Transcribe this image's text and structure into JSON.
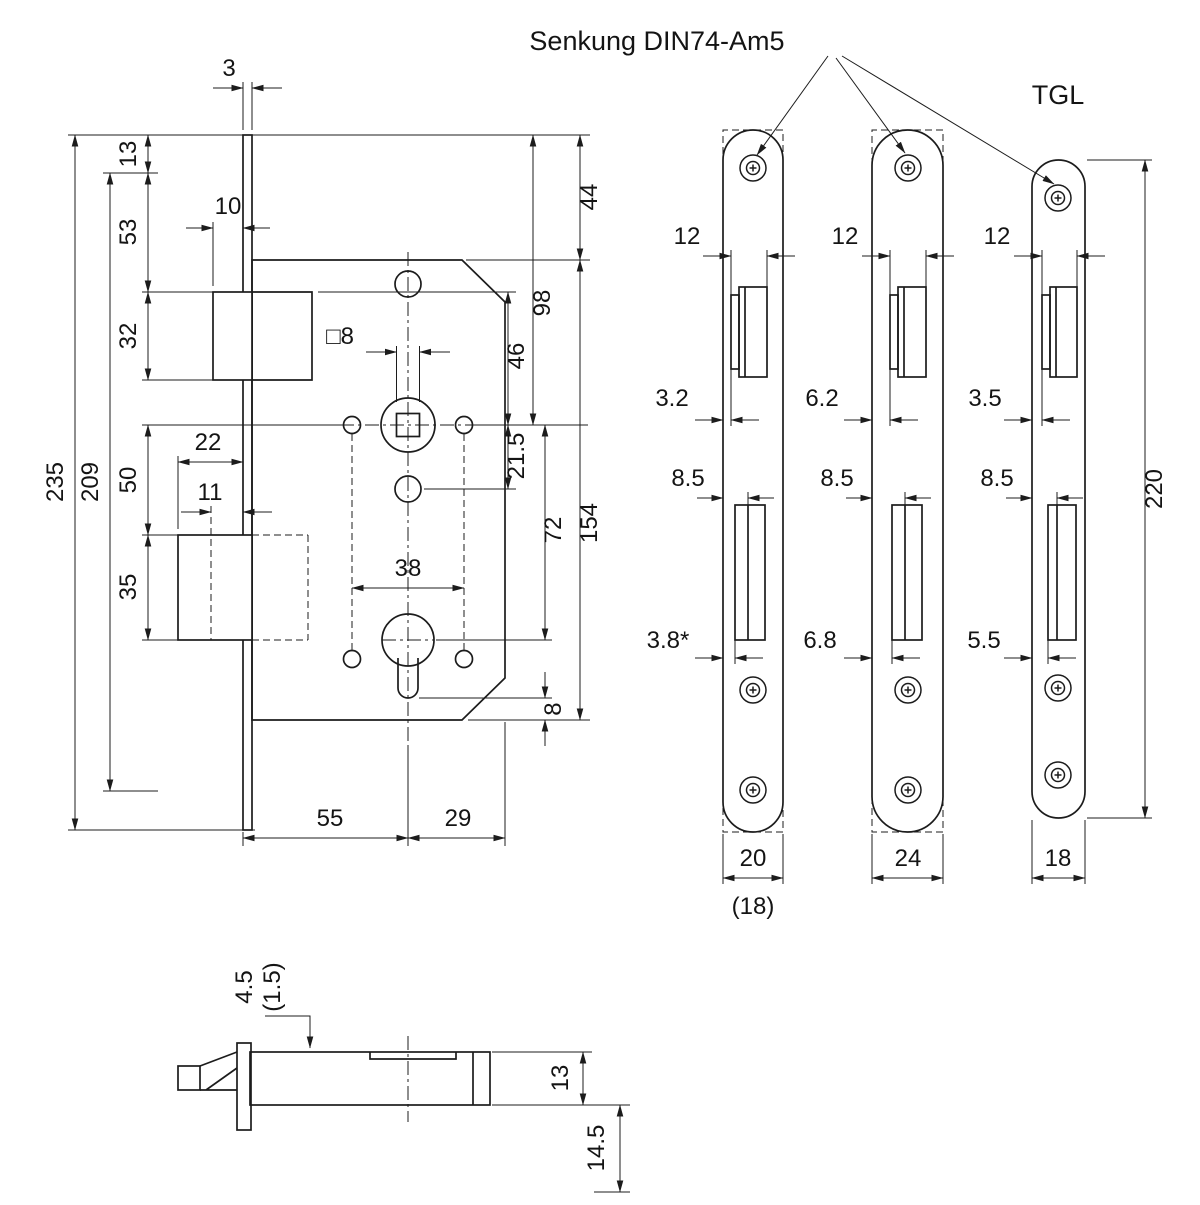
{
  "labels": {
    "senkung": "Senkung DIN74-Am5",
    "tgl": "TGL"
  },
  "lock_body": {
    "d3": "3",
    "d10": "10",
    "d13": "13",
    "d53": "53",
    "d32": "32",
    "d50": "50",
    "d35": "35",
    "d209": "209",
    "d235": "235",
    "sq8": "□8",
    "d22": "22",
    "d11": "11",
    "d38": "38",
    "d55": "55",
    "d29": "29",
    "d44": "44",
    "d98": "98",
    "d46": "46",
    "d21_5": "21.5",
    "d154": "154",
    "d72": "72",
    "d8": "8"
  },
  "plates": {
    "p1": {
      "w12": "12",
      "o32": "3.2",
      "o85": "8.5",
      "o38": "3.8*",
      "w20": "20",
      "walt": "(18)"
    },
    "p2": {
      "w12": "12",
      "o62": "6.2",
      "o85": "8.5",
      "o68": "6.8",
      "w24": "24"
    },
    "p3": {
      "w12": "12",
      "o35": "3.5",
      "o85": "8.5",
      "o55": "5.5",
      "w18": "18",
      "len": "220"
    }
  },
  "latch": {
    "d45": "4.5",
    "d15": "(1.5)",
    "d13": "13",
    "d145": "14.5"
  }
}
